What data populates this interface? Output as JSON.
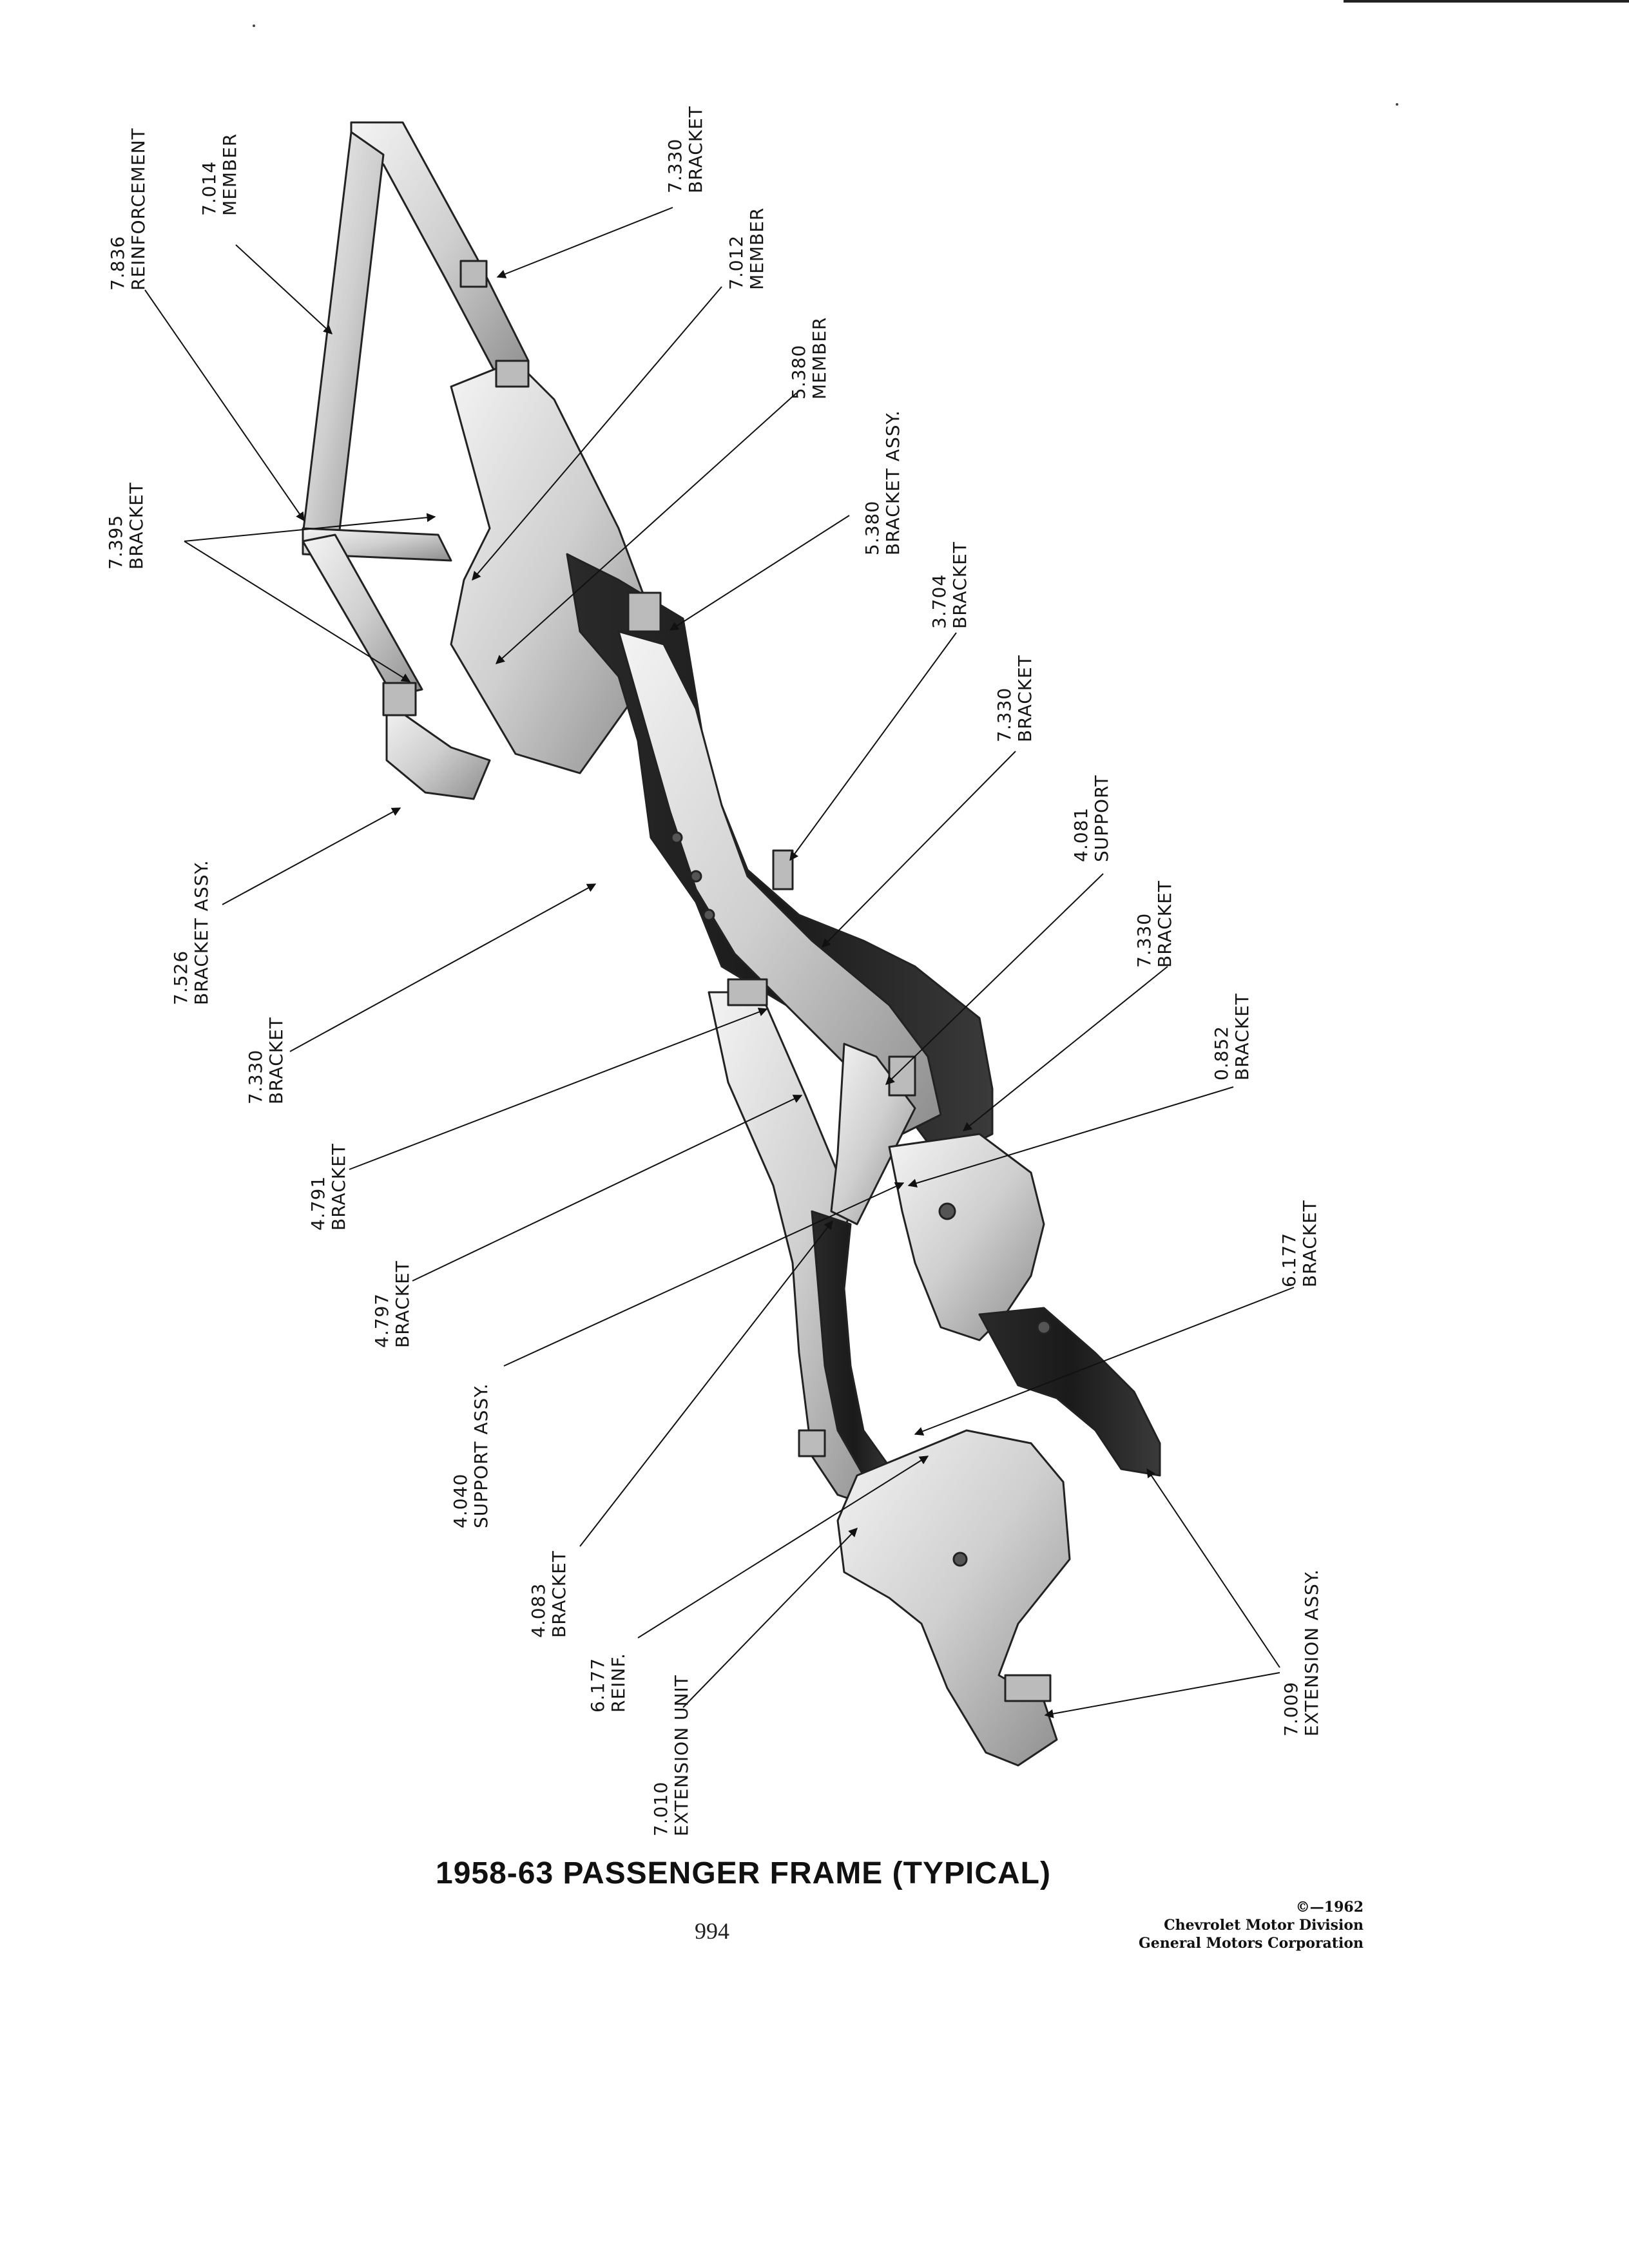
{
  "figure": {
    "title": "1958-63 PASSENGER FRAME (TYPICAL)",
    "page_number": "994",
    "copyright": [
      "©—1962",
      "Chevrolet Motor Division",
      "General Motors Corporation"
    ]
  },
  "callouts": [
    {
      "code": "7.836",
      "name": "REINFORCEMENT"
    },
    {
      "code": "7.014",
      "name": "MEMBER"
    },
    {
      "code": "7.330",
      "name": "BRACKET"
    },
    {
      "code": "7.012",
      "name": "MEMBER"
    },
    {
      "code": "5.380",
      "name": "MEMBER"
    },
    {
      "code": "5.380",
      "name": "BRACKET ASSY."
    },
    {
      "code": "3.704",
      "name": "BRACKET"
    },
    {
      "code": "7.330",
      "name": "BRACKET"
    },
    {
      "code": "4.081",
      "name": "SUPPORT"
    },
    {
      "code": "7.330",
      "name": "BRACKET"
    },
    {
      "code": "0.852",
      "name": "BRACKET"
    },
    {
      "code": "6.177",
      "name": "BRACKET"
    },
    {
      "code": "7.009",
      "name": "EXTENSION ASSY."
    },
    {
      "code": "7.395",
      "name": "BRACKET"
    },
    {
      "code": "7.526",
      "name": "BRACKET ASSY."
    },
    {
      "code": "7.330",
      "name": "BRACKET"
    },
    {
      "code": "4.791",
      "name": "BRACKET"
    },
    {
      "code": "4.797",
      "name": "BRACKET"
    },
    {
      "code": "4.040",
      "name": "SUPPORT ASSY."
    },
    {
      "code": "4.083",
      "name": "BRACKET"
    },
    {
      "code": "6.177",
      "name": "REINF."
    },
    {
      "code": "7.010",
      "name": "EXTENSION UNIT"
    }
  ]
}
